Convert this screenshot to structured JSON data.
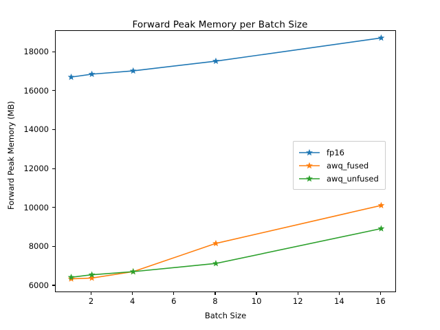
{
  "chart_data": {
    "type": "line",
    "title": "Forward Peak Memory per Batch Size",
    "xlabel": "Batch Size",
    "ylabel": "Forward Peak Memory (MB)",
    "x": [
      1,
      2,
      4,
      8,
      16
    ],
    "xlim": [
      0.25,
      16.75
    ],
    "ylim": [
      5650,
      19100
    ],
    "xticks": [
      2,
      4,
      6,
      8,
      10,
      12,
      14,
      16
    ],
    "yticks": [
      6000,
      8000,
      10000,
      12000,
      14000,
      16000,
      18000
    ],
    "xtick_labels": [
      "2",
      "4",
      "6",
      "8",
      "10",
      "12",
      "14",
      "16"
    ],
    "ytick_labels": [
      "6000",
      "8000",
      "10000",
      "12000",
      "14000",
      "16000",
      "18000"
    ],
    "grid": false,
    "legend_position": "center right",
    "marker": "star",
    "series": [
      {
        "name": "fp16",
        "color": "#1f77b4",
        "values": [
          16730,
          16880,
          17050,
          17550,
          18740
        ]
      },
      {
        "name": "awq_fused",
        "color": "#ff7f0e",
        "values": [
          6370,
          6410,
          6740,
          8190,
          10140
        ]
      },
      {
        "name": "awq_unfused",
        "color": "#2ca02c",
        "values": [
          6450,
          6580,
          6740,
          7160,
          8950
        ]
      }
    ]
  }
}
